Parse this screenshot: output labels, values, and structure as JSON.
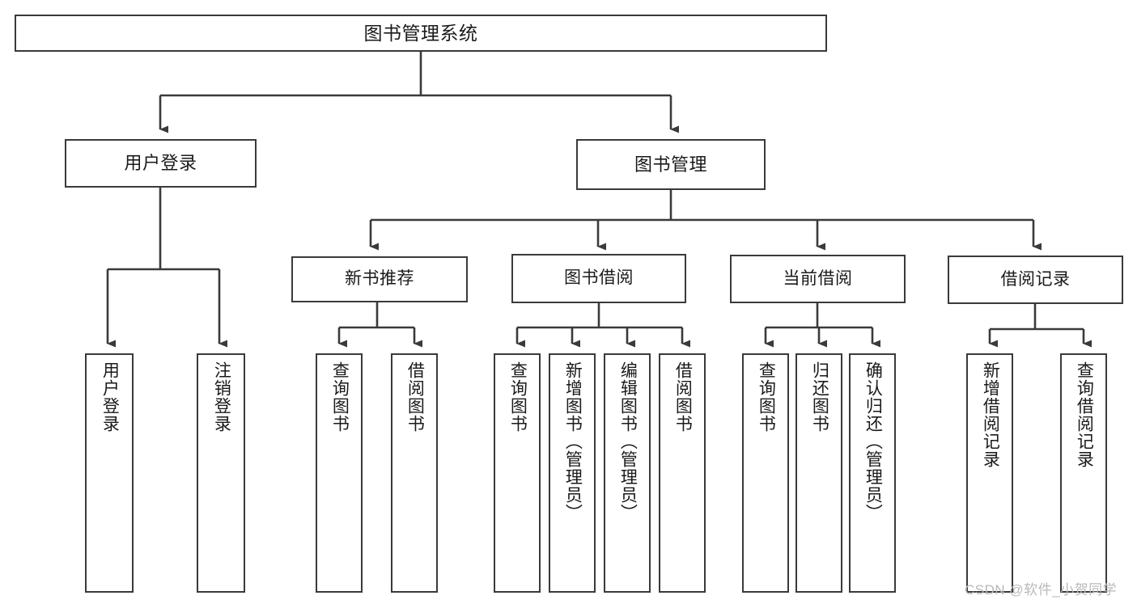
{
  "diagram": {
    "title": "图书管理系统",
    "colors": {
      "stroke": "#3a3a3a",
      "box_fill": "#ffffff",
      "background": "#ffffff",
      "text": "#1a1a1a",
      "watermark": "#b9b9b9"
    },
    "watermark": "CSDN @软件_小贺同学",
    "root": {
      "label": "图书管理系统"
    },
    "level1": [
      {
        "label": "用户登录"
      },
      {
        "label": "图书管理"
      }
    ],
    "level2": [
      {
        "label": "新书推荐"
      },
      {
        "label": "图书借阅"
      },
      {
        "label": "当前借阅"
      },
      {
        "label": "借阅记录"
      }
    ],
    "leaves": {
      "user_login": [
        {
          "label": "用户登录"
        },
        {
          "label": "注销登录"
        }
      ],
      "new_book": [
        {
          "label": "查询图书"
        },
        {
          "label": "借阅图书"
        }
      ],
      "book_borrow": [
        {
          "label": "查询图书"
        },
        {
          "label": "新增图书（管理员）"
        },
        {
          "label": "编辑图书（管理员）"
        },
        {
          "label": "借阅图书"
        }
      ],
      "current_borrow": [
        {
          "label": "查询图书"
        },
        {
          "label": "归还图书"
        },
        {
          "label": "确认归还（管理员）"
        }
      ],
      "borrow_record": [
        {
          "label": "新增借阅记录"
        },
        {
          "label": "查询借阅记录"
        }
      ]
    }
  }
}
